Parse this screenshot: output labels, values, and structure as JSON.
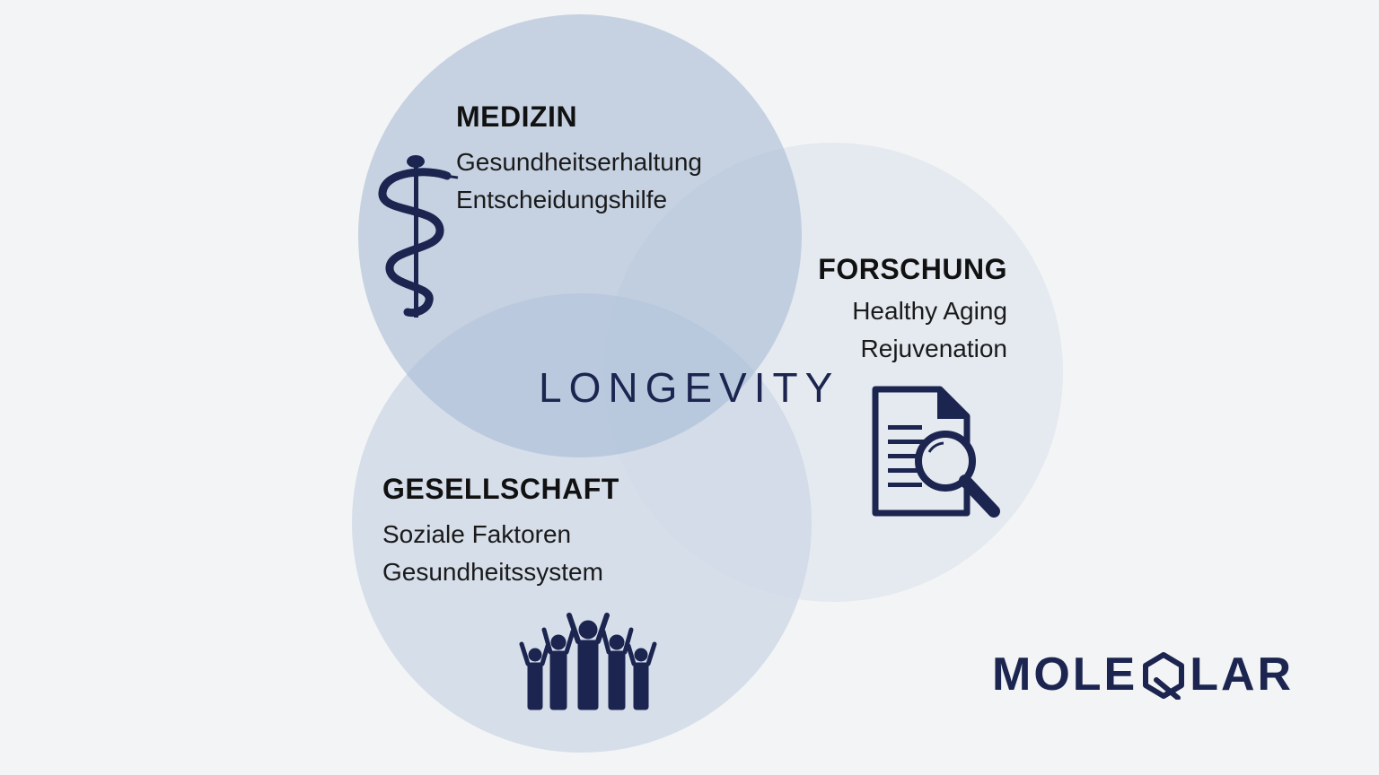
{
  "colors": {
    "background": "#f3f4f5",
    "circle_medizin": "#c3d1e3",
    "circle_forschung": "#e6eaef",
    "circle_gesellschaft": "#d6deea",
    "navy": "#1b2550"
  },
  "center": {
    "text": "LONGEVITY"
  },
  "sections": {
    "medizin": {
      "title": "MEDIZIN",
      "items": [
        "Gesundheitserhaltung",
        "Entscheidungshilfe"
      ],
      "icon": "caduceus-icon"
    },
    "forschung": {
      "title": "FORSCHUNG",
      "items": [
        "Healthy Aging",
        "Rejuvenation"
      ],
      "icon": "document-search-icon"
    },
    "gesellschaft": {
      "title": "GESELLSCHAFT",
      "items": [
        "Soziale Faktoren",
        "Gesundheitssystem"
      ],
      "icon": "people-group-icon"
    }
  },
  "logo": {
    "text_left": "MOLE",
    "text_right": "LAR",
    "full": "MOLEQLAR"
  }
}
